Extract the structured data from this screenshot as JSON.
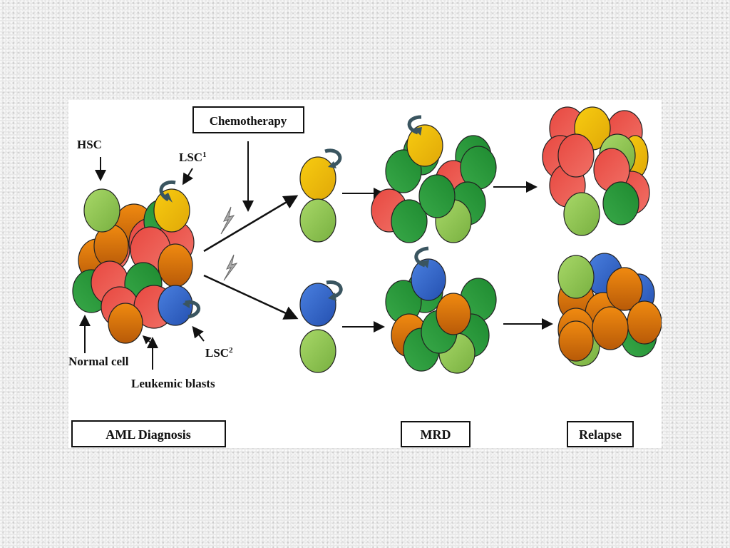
{
  "labels": {
    "chemotherapy": "Chemotherapy",
    "hsc": "HSC",
    "lsc1_base": "LSC",
    "lsc1_sup": "1",
    "lsc2_base": "LSC",
    "lsc2_sup": "2",
    "normal_cell": "Normal cell",
    "leukemic_blasts": "Leukemic blasts"
  },
  "stages": {
    "diagnosis": "AML Diagnosis",
    "mrd": "MRD",
    "relapse": "Relapse"
  },
  "colors": {
    "red": "#e8504a",
    "orange": "#d86a08",
    "yellow": "#f0c010",
    "dark_green": "#2a9a3a",
    "light_green": "#9ccc50",
    "blue": "#3468d0",
    "self_renew_arrow": "#3a5560"
  }
}
